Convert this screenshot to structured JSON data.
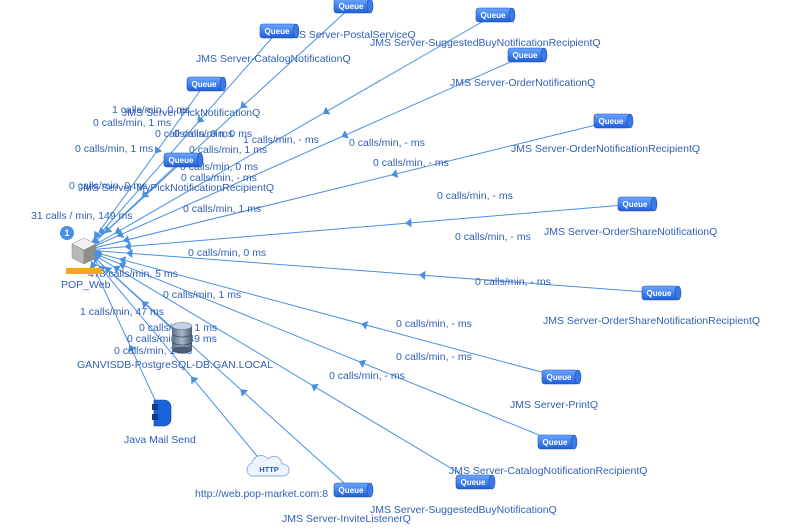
{
  "center": {
    "label": "POP_Web",
    "badge": "1",
    "calls_label": "31 calls / min, 149 ms"
  },
  "queue_badge": "Queue",
  "nodes": [
    {
      "id": "postal",
      "kind": "queue",
      "label": "JMS Server-PostalServiceQ",
      "edge_label": "1 calls/min,  0 ms"
    },
    {
      "id": "catalog",
      "kind": "queue",
      "label": "JMS Server-CatalogNotificationQ",
      "edge_label": "0 calls/min, 1 ms"
    },
    {
      "id": "pick",
      "kind": "queue",
      "label": "JMS Server-PickNotificationQ",
      "edge_label": "0 calls/min, 0 ms"
    },
    {
      "id": "mypick",
      "kind": "queue",
      "label": "JMS Server-MyPickNotificationRecipientQ",
      "edge_label": "0 calls/min, 1 ms"
    },
    {
      "id": "sugg",
      "kind": "queue",
      "label": "JMS Server-SuggestedBuyNotificationRecipientQ",
      "edge_label": "1 calls/min,  -  ms"
    },
    {
      "id": "order",
      "kind": "queue",
      "label": "JMS Server-OrderNotificationQ",
      "edge_label": "0 calls/min,  -  ms"
    },
    {
      "id": "orderrec",
      "kind": "queue",
      "label": "JMS Server-OrderNotificationRecipientQ",
      "edge_label": "0 calls/min,  -  ms"
    },
    {
      "id": "share",
      "kind": "queue",
      "label": "JMS Server-OrderShareNotificationQ",
      "edge_label": "0 calls/min,  -  ms"
    },
    {
      "id": "sharerec",
      "kind": "queue",
      "label": "JMS Server-OrderShareNotificationRecipientQ",
      "edge_label": "0 calls/min,  -  ms"
    },
    {
      "id": "print",
      "kind": "queue",
      "label": "JMS Server-PrintQ",
      "edge_label": "0 calls/min,  -  ms"
    },
    {
      "id": "catrec",
      "kind": "queue",
      "label": "JMS Server-CatalogNotificationRecipientQ",
      "edge_label": "0 calls/min,  -  ms"
    },
    {
      "id": "suggq",
      "kind": "queue",
      "label": "JMS Server-SuggestedBuyNotificationQ",
      "edge_label": "0 calls/min,  -  ms"
    },
    {
      "id": "invite",
      "kind": "queue",
      "label": "JMS Server-InviteListenerQ",
      "edge_label": "0 calls/min,  -  ms"
    },
    {
      "id": "db",
      "kind": "database",
      "label": "GANVISDB-PostgreSQL-DB.GAN.LOCAL",
      "edge_label": "478 calls/min, 5 ms"
    },
    {
      "id": "mail",
      "kind": "mail",
      "label": "Java Mail Send",
      "edge_label": "1 calls/min, 47 ms"
    },
    {
      "id": "http",
      "kind": "http",
      "label": "http://web.pop-market.com:8",
      "edge_label": "0 calls/min, 1 ms",
      "icon_text": "HTTP"
    }
  ],
  "extra_edge_labels": [
    "0 calls/min, 0 ms",
    "0 calls/min,  -  ms",
    "0 calls/min, 1 ms",
    "0 calls/min, 0 ms",
    "0 calls/min, 0 ms",
    "0 calls/min, 1 ms",
    "0 calls/min, 549 ms",
    "0 calls/min, 0 ms",
    "0 calls/min, 1 ms",
    "0 calls/min, 1 ms"
  ]
}
